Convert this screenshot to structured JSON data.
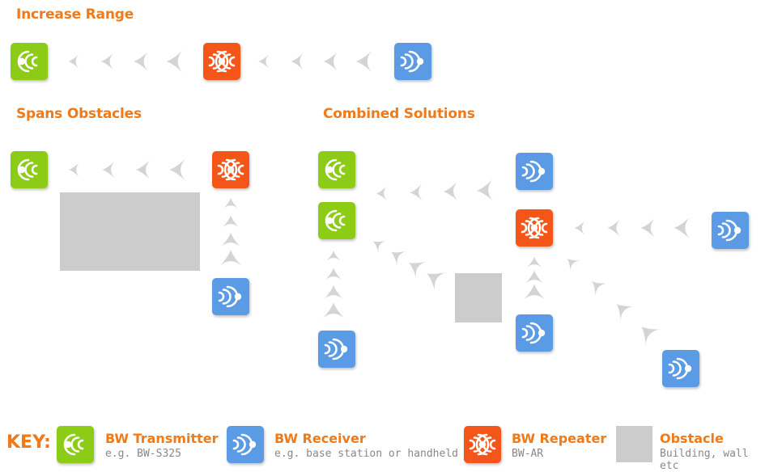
{
  "headings": {
    "increase_range": "Increase Range",
    "spans_obstacles": "Spans Obstacles",
    "combined_solutions": "Combined Solutions"
  },
  "colors": {
    "transmitter": "#8ccc17",
    "receiver": "#5b9be6",
    "repeater": "#f4561a",
    "obstacle": "#cccccc",
    "heading": "#f07a1a",
    "signal_chevron": "#d4d4d4"
  },
  "icons": {
    "transmitter": "transmitter-signal-icon",
    "receiver": "receiver-signal-icon",
    "repeater": "repeater-signal-icon"
  },
  "key": {
    "label": "KEY:",
    "items": [
      {
        "title": "BW Transmitter",
        "subtitle": "e.g. BW-S325"
      },
      {
        "title": "BW Receiver",
        "subtitle": "e.g. base station or handheld"
      },
      {
        "title": "BW Repeater",
        "subtitle": "BW-AR"
      },
      {
        "title": "Obstacle",
        "subtitle": "Building, wall etc"
      }
    ]
  }
}
